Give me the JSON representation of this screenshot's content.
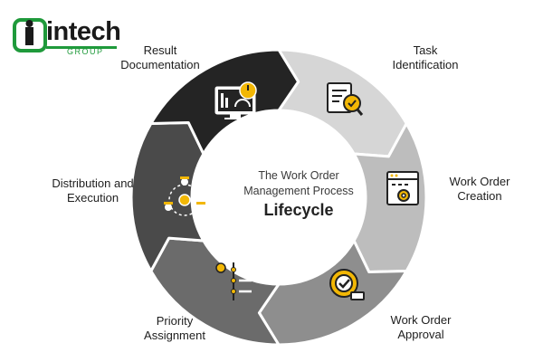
{
  "logo": {
    "word": "intech",
    "sub": "GROUP",
    "green": "#1f9a3b"
  },
  "center": {
    "line1": "The Work Order",
    "line2": "Management Process",
    "line3": "Lifecycle"
  },
  "stages": [
    {
      "id": "task-identification",
      "line1": "Task",
      "line2": "Identification",
      "icon": "document-magnifier-icon",
      "color": "#d6d6d6"
    },
    {
      "id": "work-order-creation",
      "line1": "Work Order",
      "line2": "Creation",
      "icon": "browser-gear-icon",
      "color": "#bdbdbd"
    },
    {
      "id": "work-order-approval",
      "line1": "Work Order",
      "line2": "Approval",
      "icon": "gear-checkmark-icon",
      "color": "#8e8e8e"
    },
    {
      "id": "priority-assignment",
      "line1": "Priority",
      "line2": "Assignment",
      "icon": "priority-list-icon",
      "color": "#6b6b6b"
    },
    {
      "id": "distribution-and-execution",
      "line1": "Distribution and",
      "line2": "Execution",
      "icon": "team-gear-icon",
      "color": "#4a4a4a"
    },
    {
      "id": "result-documentation",
      "line1": "Result",
      "line2": "Documentation",
      "icon": "monitor-gauge-icon",
      "color": "#242424"
    }
  ],
  "accent": "#f2b705"
}
